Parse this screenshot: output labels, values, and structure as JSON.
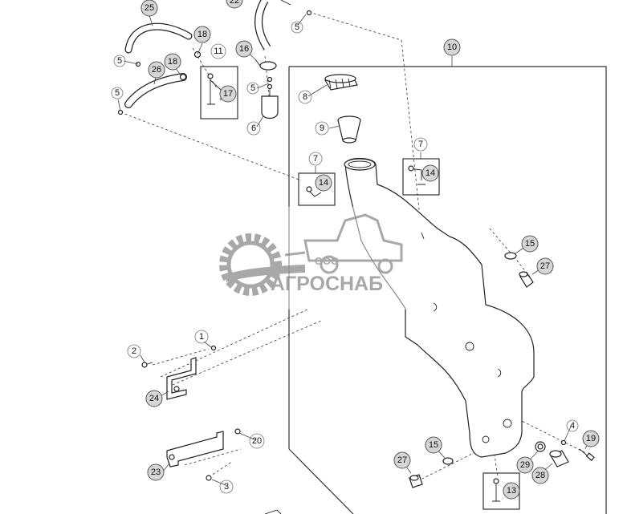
{
  "callouts": {
    "c25": "25",
    "c22": "22",
    "c5a": "5",
    "c18a": "18",
    "c16": "16",
    "c10": "10",
    "c5b": "5",
    "c18b": "18",
    "c11": "11",
    "c26": "26",
    "c17": "17",
    "c5c": "5",
    "c5d": "5",
    "c8": "8",
    "c6": "6",
    "c9": "9",
    "c7a": "7",
    "c7b": "7",
    "c14a": "14",
    "c14b": "14",
    "c15a": "15",
    "c27a": "27",
    "c1": "1",
    "c2": "2",
    "c24": "24",
    "c20": "20",
    "c4": "4",
    "c19": "19",
    "c15b": "15",
    "c27b": "27",
    "c29": "29",
    "c28": "28",
    "c23": "23",
    "c3": "3",
    "c13": "13"
  },
  "watermark": {
    "company_prefix": "ООО",
    "company_name": "АГРОСНАБ"
  }
}
